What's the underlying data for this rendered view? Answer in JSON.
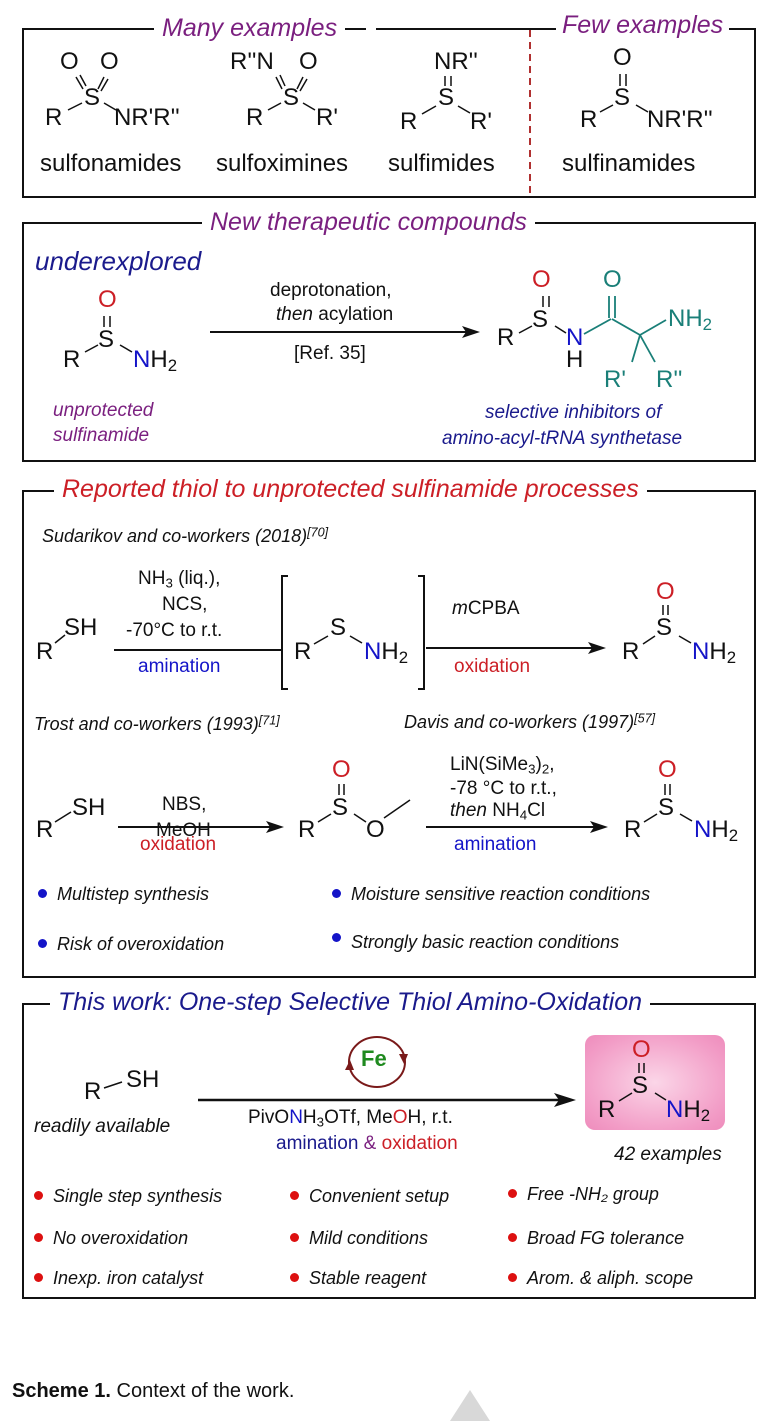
{
  "panel1": {
    "title_many": "Many examples",
    "title_few": "Few examples",
    "compounds": [
      {
        "name": "sulfonamides",
        "atoms": {
          "O1": "O",
          "O2": "O",
          "S": "S",
          "R": "R",
          "N": "NR'R''"
        }
      },
      {
        "name": "sulfoximines",
        "atoms": {
          "N": "R''N",
          "O": "O",
          "S": "S",
          "R": "R",
          "R2": "R'"
        }
      },
      {
        "name": "sulfimides",
        "atoms": {
          "N": "NR''",
          "S": "S",
          "R": "R",
          "R2": "R'"
        }
      },
      {
        "name": "sulfinamides",
        "atoms": {
          "O": "O",
          "S": "S",
          "R": "R",
          "N": "NR'R''"
        }
      }
    ]
  },
  "panel2": {
    "title": "New therapeutic compounds",
    "underexplored": "underexplored",
    "reactant_label_1": "unprotected",
    "reactant_label_2": "sulfinamide",
    "cond_line1": "deprotonation,",
    "cond_then": "then",
    "cond_line2_rest": " acylation",
    "cond_ref": "[Ref. 35]",
    "product_label_1": "selective inhibitors of",
    "product_label_2": "amino-acyl-tRNA synthetase",
    "product_atoms": {
      "O_red": "O",
      "S": "S",
      "R": "R",
      "N": "N",
      "H": "H",
      "O_teal": "O",
      "NH": "NH",
      "two": "2",
      "R1": "R'",
      "R2": "R''"
    }
  },
  "panel3": {
    "title": "Reported thiol to unprotected sulfinamide processes",
    "ref1": {
      "text": "Sudarikov and co-workers (2018)",
      "cite": "[70]"
    },
    "ref2": {
      "text": "Trost and co-workers (1993)",
      "cite": "[71]"
    },
    "ref3": {
      "text": "Davis and co-workers (1997)",
      "cite": "[57]"
    },
    "r1_cond": {
      "line1a": "NH",
      "line1sub": "3",
      "line1b": " (liq.),",
      "line2": "NCS,",
      "line3": "-70°C to r.t.",
      "below": "amination"
    },
    "r2_cond": {
      "m": "m",
      "rest": "CPBA",
      "below": "oxidation"
    },
    "r3_cond": {
      "line1": "NBS,",
      "line2": "MeOH",
      "below": "oxidation"
    },
    "r4_cond": {
      "line1a": "LiN(SiMe",
      "line1sub": "3",
      "line1b": ")",
      "line1sub2": "2",
      "line1c": ",",
      "line2": "-78 °C to r.t.,",
      "line3_then": "then",
      "line3a": " NH",
      "line3sub": "4",
      "line3b": "Cl",
      "below": "amination"
    },
    "atoms": {
      "R": "R",
      "SH": "SH",
      "S": "S",
      "N": "N",
      "H": "H",
      "two": "2",
      "O": "O"
    },
    "drawbacks_left": [
      "Multistep synthesis",
      "Risk of overoxidation"
    ],
    "drawbacks_right": [
      "Moisture sensitive reaction conditions",
      "Strongly basic reaction conditions"
    ]
  },
  "panel4": {
    "title": "This work: One-step Selective Thiol Amino-Oxidation",
    "catalyst": "Fe",
    "reactant": {
      "R": "R",
      "SH": "SH"
    },
    "reactant_label": "readily available",
    "cond": {
      "a": "PivO",
      "N": "N",
      "b": "H",
      "sub": "3",
      "c": "OTf, Me",
      "O": "O",
      "d": "H, r.t."
    },
    "amination": "amination",
    "amp": " & ",
    "oxidation": "oxidation",
    "product_label": "42 examples",
    "advantages": [
      [
        "Single step synthesis",
        "Convenient setup",
        "Free -NH₂ group"
      ],
      [
        "No overoxidation",
        "Mild conditions",
        "Broad FG tolerance"
      ],
      [
        "Inexp. iron catalyst",
        "Stable reagent",
        "Arom. & aliph. scope"
      ]
    ]
  },
  "caption": {
    "bold": "Scheme 1.",
    "text": " Context of the work."
  },
  "colors": {
    "purple": "#7a1f7f",
    "navy": "#1a1a8c",
    "red": "#cc1f26",
    "blue": "#1414c8",
    "teal": "#1a7f78",
    "fe_green": "#1f8a1f",
    "cycle": "#7a1a1a",
    "highlight_pink": "#f29cc6"
  }
}
